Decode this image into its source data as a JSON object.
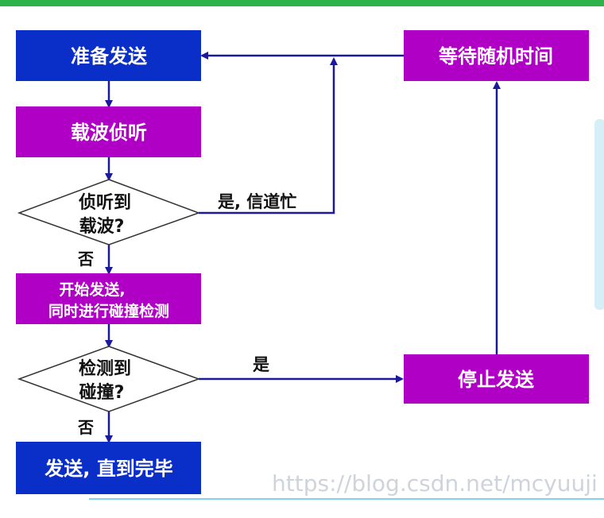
{
  "colors": {
    "blue_box": "#0a2fc8",
    "magenta_box": "#b000c6",
    "arrow": "#1a1a9a",
    "top_bar": "#2db34a",
    "bottom_line": "#7fd6ea",
    "side_panel": "#d6eef6"
  },
  "nodes": {
    "prepare": "准备发送",
    "carrier_sense": "载波侦听",
    "sensed_line1": "侦听到",
    "sensed_line2": "载波?",
    "start_line1": "开始发送,",
    "start_line2": "同时进行碰撞检测",
    "collision_line1": "检测到",
    "collision_line2": "碰撞?",
    "done": "发送, 直到完毕",
    "wait": "等待随机时间",
    "stop": "停止发送"
  },
  "edges": {
    "busy": "是, 信道忙",
    "no1": "否",
    "yes2": "是",
    "no2": "否"
  },
  "watermark": "https://blog.csdn.net/mcyuuji"
}
